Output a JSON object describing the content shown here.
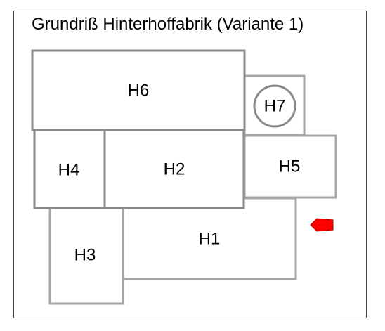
{
  "diagram": {
    "title": "Grundriß Hinterhoffabrik (Variante 1)",
    "colors": {
      "border": "#4a4a4a",
      "room_stroke": "#a6a6a6",
      "room_stroke_dark": "#8a8a8a",
      "room_fill": "#ffffff",
      "label": "#000000",
      "marker_fill": "#ff0000",
      "marker_stroke": "#b30000"
    },
    "rooms": {
      "h1": {
        "label": "H1"
      },
      "h2": {
        "label": "H2"
      },
      "h3": {
        "label": "H3"
      },
      "h4": {
        "label": "H4"
      },
      "h5": {
        "label": "H5"
      },
      "h6": {
        "label": "H6"
      },
      "h7": {
        "label": "H7",
        "shape": "circle"
      }
    },
    "marker": {
      "icon": "red-pentagon-arrow-icon"
    }
  }
}
